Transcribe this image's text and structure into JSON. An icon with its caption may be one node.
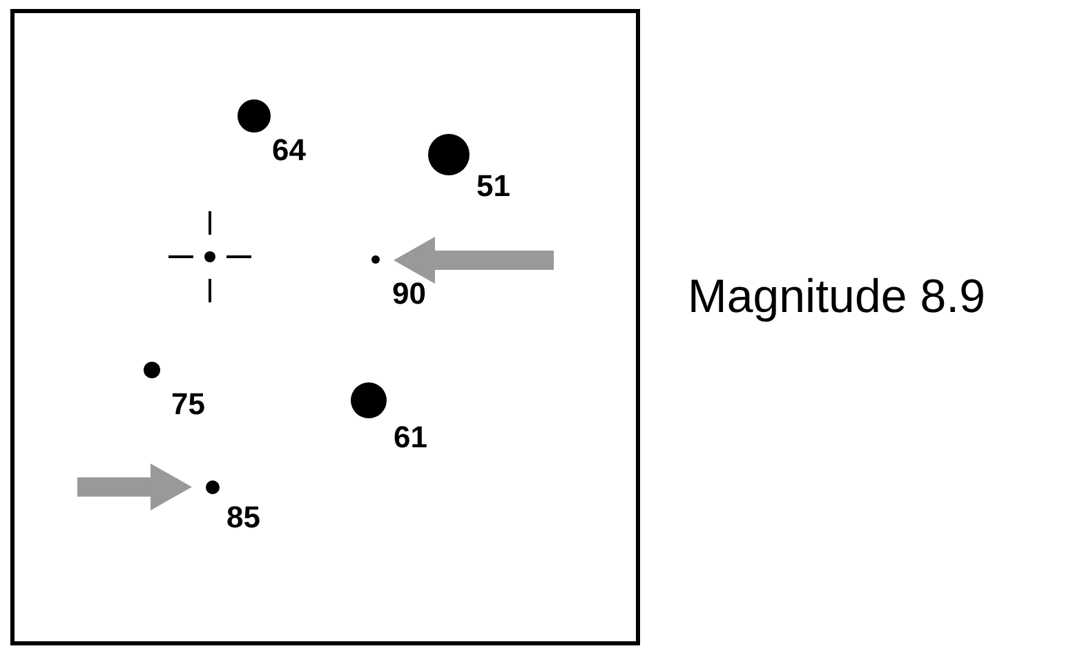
{
  "diagram": {
    "nodes": [
      {
        "text": [],
        "shape": "circle",
        "beside": [
          "64"
        ]
      },
      {
        "text": [],
        "shape": "circle",
        "beside": [
          "51"
        ]
      },
      {
        "text": [],
        "shape": "circle",
        "beside": [
          "90"
        ]
      },
      {
        "text": [],
        "shape": "circle",
        "beside": [
          "75"
        ]
      },
      {
        "text": [],
        "shape": "circle",
        "beside": [
          "61"
        ]
      },
      {
        "text": [],
        "shape": "circle",
        "beside": [
          "85"
        ]
      }
    ],
    "edges": [
      {
        "from": null,
        "to": 2,
        "arrow": "to"
      },
      {
        "from": null,
        "to": 5,
        "arrow": "to"
      }
    ],
    "labels": [
      "Magnitude 8.9"
    ]
  }
}
